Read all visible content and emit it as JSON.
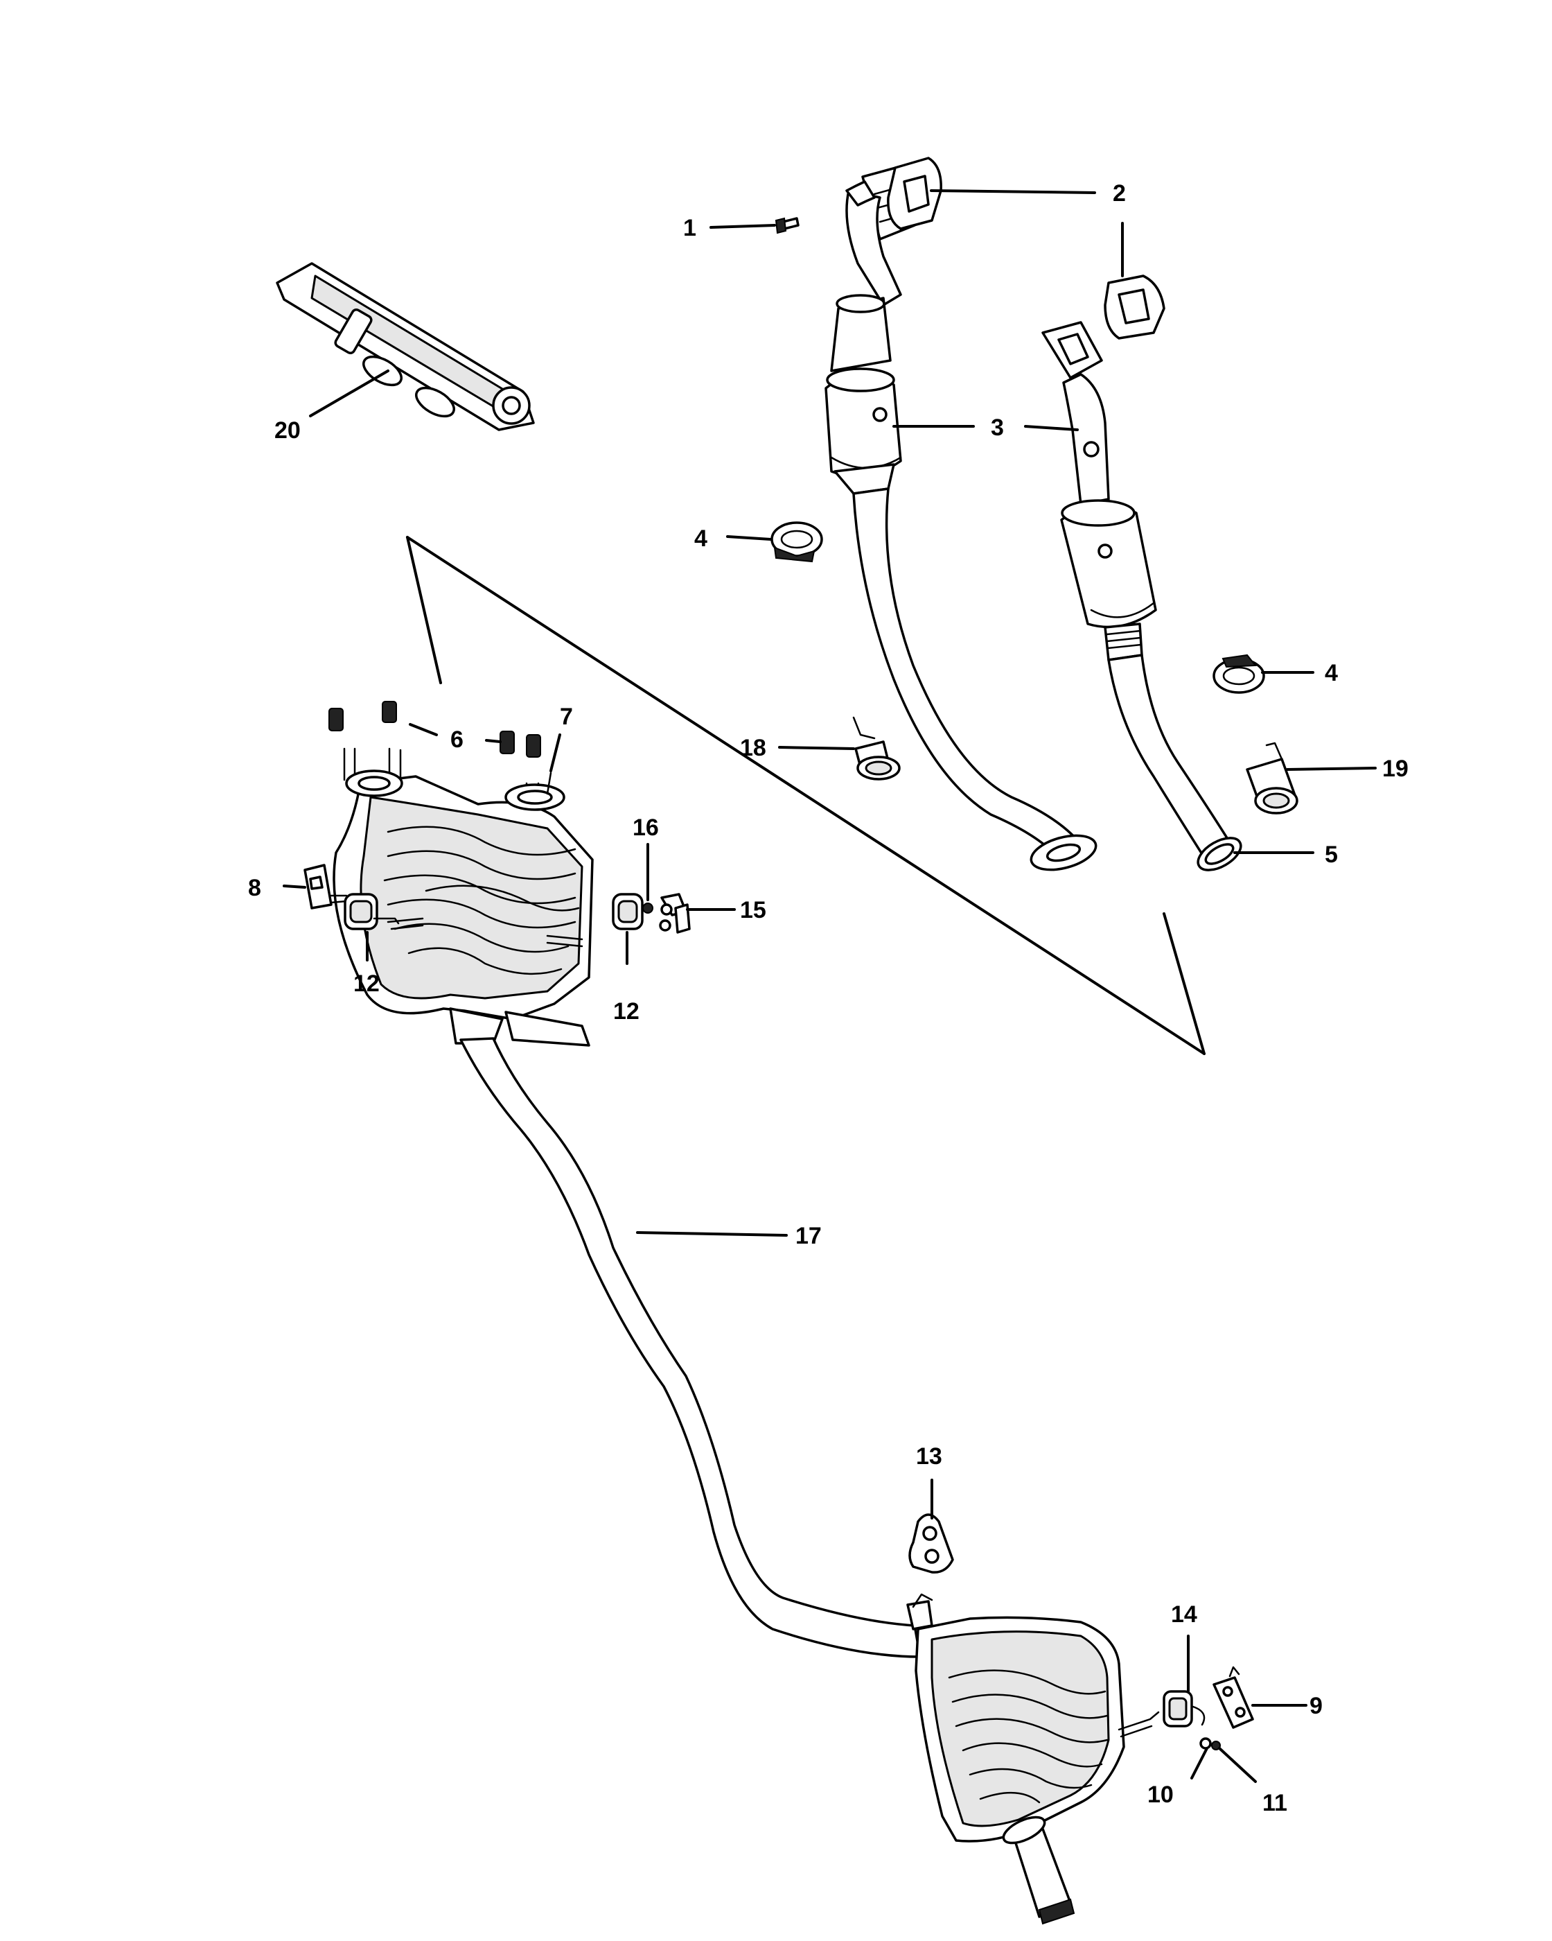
{
  "callouts": {
    "c1": "1",
    "c2a": "2",
    "c2b": "2",
    "c3": "3",
    "c4a": "4",
    "c4b": "4",
    "c5": "5",
    "c6": "6",
    "c7": "7",
    "c8": "8",
    "c9": "9",
    "c10": "10",
    "c11": "11",
    "c12a": "12",
    "c12b": "12",
    "c13": "13",
    "c14": "14",
    "c15": "15",
    "c16": "16",
    "c17": "17",
    "c18": "18",
    "c19": "19",
    "c20": "20"
  }
}
